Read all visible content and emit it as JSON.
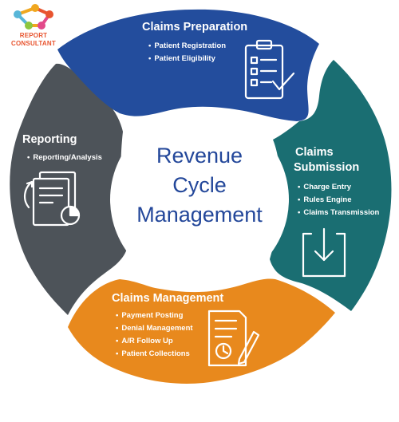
{
  "logo": {
    "line1": "REPORT",
    "line2": "CONSULTANT"
  },
  "center": {
    "line1": "Revenue",
    "line2": "Cycle",
    "line3": "Management"
  },
  "segments": {
    "claims_preparation": {
      "title": "Claims Preparation",
      "items": [
        "Patient Registration",
        "Patient Eligibility"
      ],
      "color": "#234d9d",
      "icon": "clipboard-checklist-icon"
    },
    "claims_submission": {
      "title_line1": "Claims",
      "title_line2": "Submission",
      "items": [
        "Charge Entry",
        "Rules Engine",
        "Claims Transmission"
      ],
      "color": "#1a6e72",
      "icon": "download-tray-icon"
    },
    "claims_management": {
      "title": "Claims Management",
      "items": [
        "Payment Posting",
        "Denial Management",
        "A/R Follow Up",
        "Patient Collections"
      ],
      "color": "#e8891d",
      "icon": "document-clock-pen-icon"
    },
    "reporting": {
      "title": "Reporting",
      "items": [
        "Reporting/Analysis"
      ],
      "color": "#4d5359",
      "icon": "report-chart-documents-icon"
    }
  }
}
